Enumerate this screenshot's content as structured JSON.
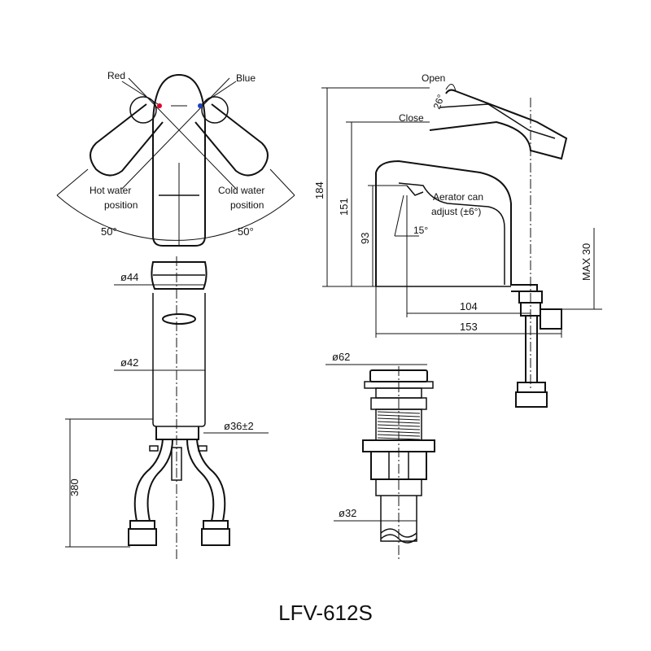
{
  "title": "LFV-612S",
  "labels": {
    "red": "Red",
    "blue": "Blue",
    "hot_1": "Hot water",
    "hot_2": "position",
    "cold_1": "Cold water",
    "cold_2": "position",
    "angle_left": "50°",
    "angle_right": "50°",
    "open": "Open",
    "close": "Close",
    "angle_lever": "26°",
    "aerator_1": "Aerator can",
    "aerator_2": "adjust (±6°)",
    "angle_aerator": "15°"
  },
  "dimensions": {
    "d44": "ø44",
    "d42": "ø42",
    "d36": "ø36±2",
    "h380": "380",
    "h184": "184",
    "h151": "151",
    "h93": "93",
    "max30": "MAX 30",
    "w104": "104",
    "w153": "153",
    "d62": "ø62",
    "d32": "ø32"
  },
  "colors": {
    "red": "#e4002b",
    "blue": "#1f3fbf"
  }
}
